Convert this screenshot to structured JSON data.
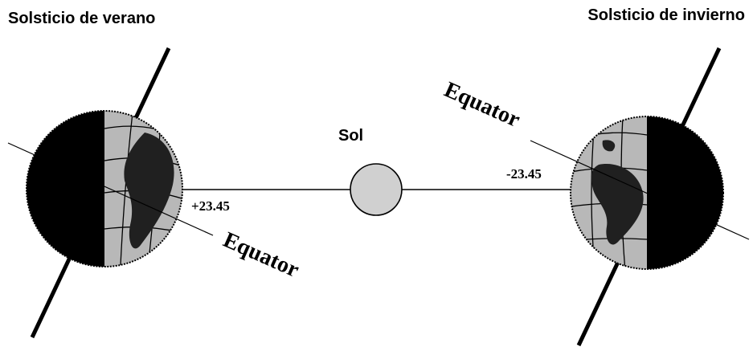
{
  "titles": {
    "summer": "Solsticio de verano",
    "winter": "Solsticio de invierno",
    "sun": "Sol"
  },
  "left_earth": {
    "tilt": "+23.45",
    "equator_label": "Equator"
  },
  "right_earth": {
    "tilt": "-23.45",
    "equator_label": "Equator"
  },
  "colors": {
    "night": "#000000",
    "day": "#b8b8b8",
    "land": "#202020",
    "sun_fill": "#d0d0d0",
    "line": "#000000"
  }
}
